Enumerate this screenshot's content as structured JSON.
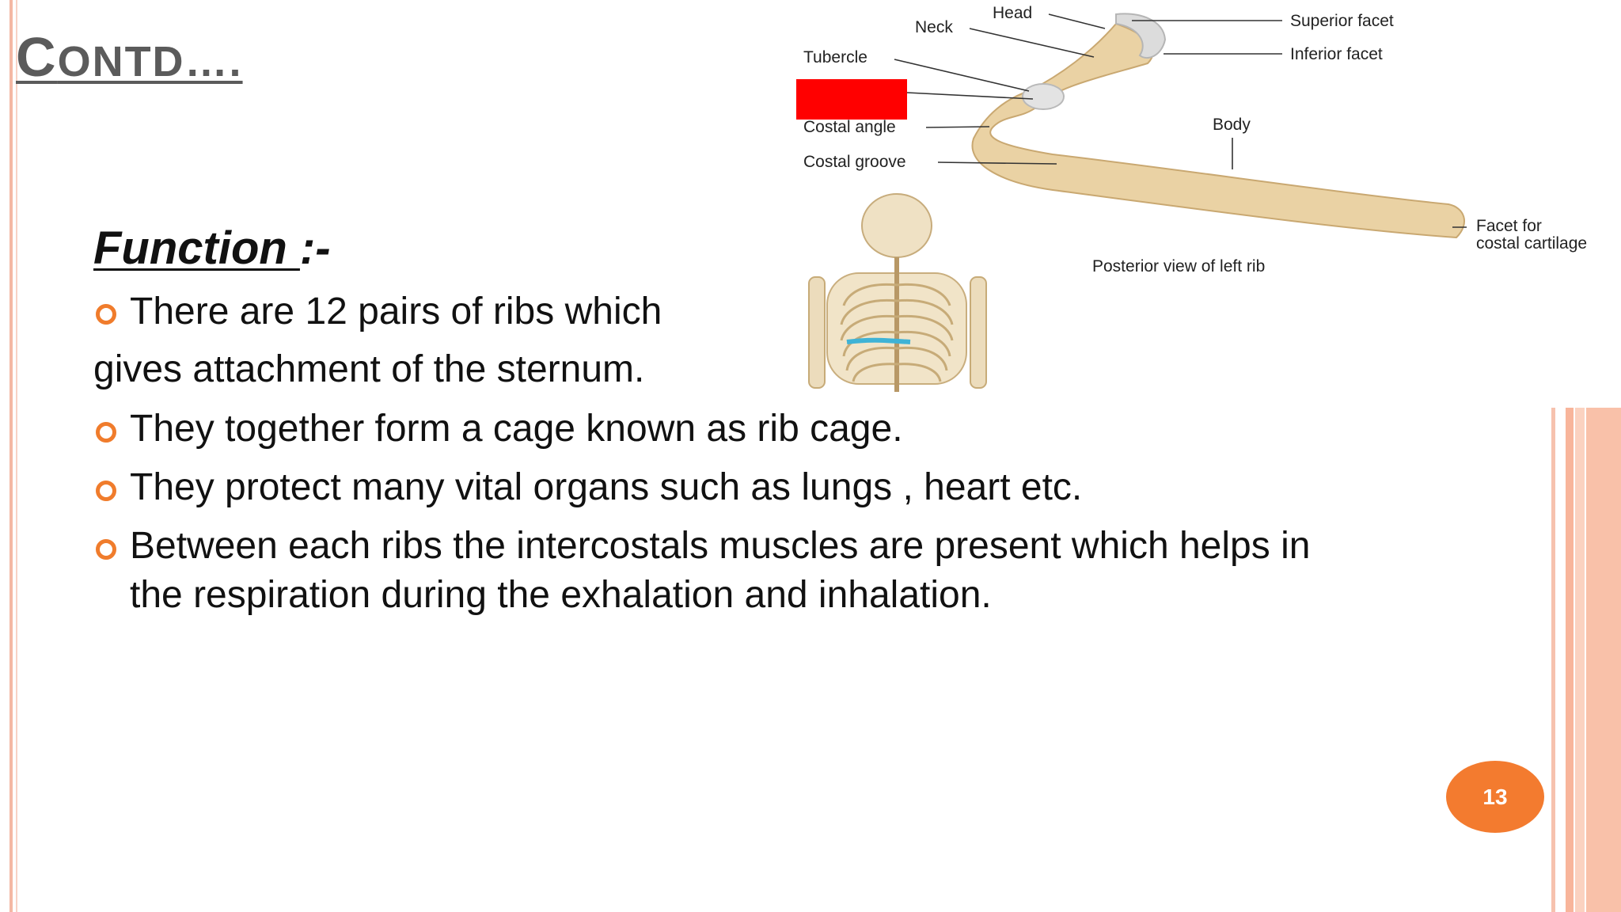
{
  "slide": {
    "title": "Contd….",
    "heading": "Function ",
    "heading_suffix": ":-",
    "bullets": [
      {
        "line1": "There are 12 pairs of ribs which",
        "line2": "gives attachment of the sternum."
      },
      {
        "line1": "They together form a cage known as rib cage."
      },
      {
        "line1": "They protect many vital organs such as lungs , heart etc."
      },
      {
        "line1": "Between each ribs the intercostals muscles are present which helps in",
        "line2": "the respiration during the exhalation and inhalation."
      }
    ],
    "page_number": "13"
  },
  "figure": {
    "labels": {
      "head": "Head",
      "neck": "Neck",
      "tubercle": "Tubercle",
      "costal_angle": "Costal angle",
      "costal_groove": "Costal groove",
      "superior_facet": "Superior facet",
      "inferior_facet": "Inferior facet",
      "body": "Body",
      "facet_line1": "Facet for",
      "facet_line2": "costal cartilage",
      "caption": "Posterior view of left rib"
    }
  },
  "colors": {
    "accent_orange": "#f37b2f",
    "title_gray": "#5b5b5b",
    "redaction_red": "#ff0000",
    "bone": "#e8cfa0"
  }
}
